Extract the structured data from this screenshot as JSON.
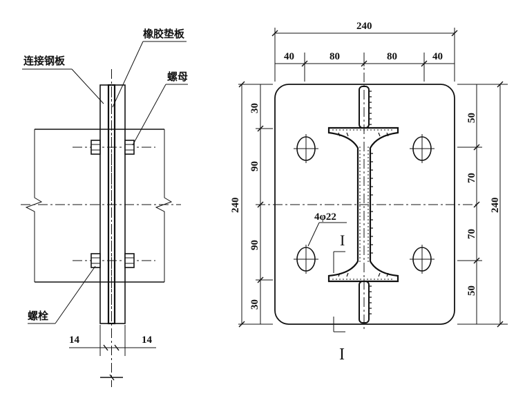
{
  "side_view": {
    "label_rubber_pad": "橡胶垫板",
    "label_steel_plate": "连接钢板",
    "label_nut": "螺母",
    "label_bolt": "螺栓",
    "dim_left": "14",
    "dim_right": "14"
  },
  "plan_view": {
    "dim_total_width": "240",
    "dim_top_segments": [
      "40",
      "80",
      "80",
      "40"
    ],
    "dim_left_total": "240",
    "dim_left_segments": [
      "30",
      "90",
      "90",
      "30"
    ],
    "dim_right_total": "240",
    "dim_right_segments": [
      "50",
      "70",
      "70",
      "50"
    ],
    "hole_spec": "4φ22",
    "section_mark_top": "I",
    "section_mark_bottom": "I"
  }
}
